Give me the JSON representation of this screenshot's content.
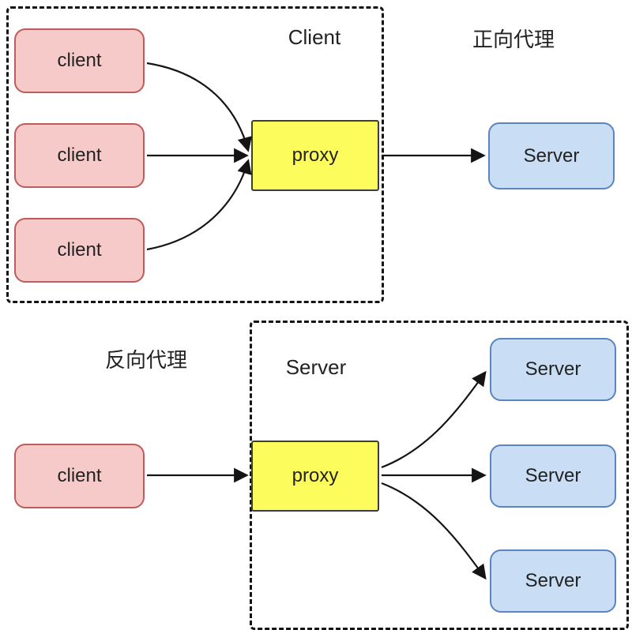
{
  "forward_proxy": {
    "title": "正向代理",
    "region_label": "Client",
    "client_nodes": [
      {
        "label": "client"
      },
      {
        "label": "client"
      },
      {
        "label": "client"
      }
    ],
    "proxy_node": {
      "label": "proxy"
    },
    "server_node": {
      "label": "Server"
    },
    "edges": [
      "client-1 -> proxy",
      "client-2 -> proxy",
      "client-3 -> proxy",
      "proxy -> server"
    ]
  },
  "reverse_proxy": {
    "title": "反向代理",
    "region_label": "Server",
    "client_node": {
      "label": "client"
    },
    "proxy_node": {
      "label": "proxy"
    },
    "server_nodes": [
      {
        "label": "Server"
      },
      {
        "label": "Server"
      },
      {
        "label": "Server"
      }
    ],
    "edges": [
      "client -> proxy",
      "proxy -> server-1",
      "proxy -> server-2",
      "proxy -> server-3"
    ]
  },
  "colors": {
    "client_fill": "#f7caca",
    "client_border": "#c05b5b",
    "proxy_fill": "#fcfc5d",
    "proxy_border": "#3d3d3d",
    "server_fill": "#c9def4",
    "server_border": "#5b85c0",
    "region_border": "#141414",
    "arrow": "#141414",
    "text": "#222222"
  }
}
